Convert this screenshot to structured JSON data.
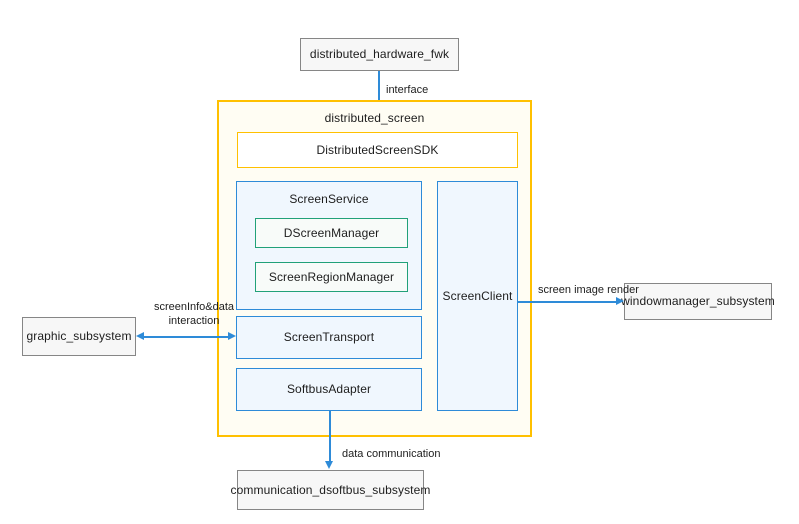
{
  "diagram": {
    "title": "distributed_screen architecture",
    "colors": {
      "container_border": "#ffc000",
      "container_fill": "#fffdf3",
      "module_border": "#2e8bd8",
      "module_fill": "#f0f7fe",
      "inner_border": "#21a179",
      "inner_fill": "#f8fbf9",
      "external_border": "#868686",
      "external_fill": "#f7f7f7",
      "connector": "#2e8bd8",
      "text": "#1d1d1d",
      "background": "#ffffff"
    },
    "external": {
      "dhf": "distributed_hardware_fwk",
      "graphic": "graphic_subsystem",
      "windowmanager": "windowmanager_subsystem",
      "dsoftbus": "communication_dsoftbus_subsystem"
    },
    "container": {
      "label": "distributed_screen",
      "sdk": "DistributedScreenSDK",
      "service": {
        "label": "ScreenService",
        "children": [
          "DScreenManager",
          "ScreenRegionManager"
        ]
      },
      "transport": "ScreenTransport",
      "softbus_adapter": "SoftbusAdapter",
      "client": "ScreenClient"
    },
    "edges": {
      "interface": "interface",
      "screeninfo": "screenInfo&data\ninteraction",
      "screen_render": "screen image render",
      "data_comm": "data communication"
    }
  }
}
